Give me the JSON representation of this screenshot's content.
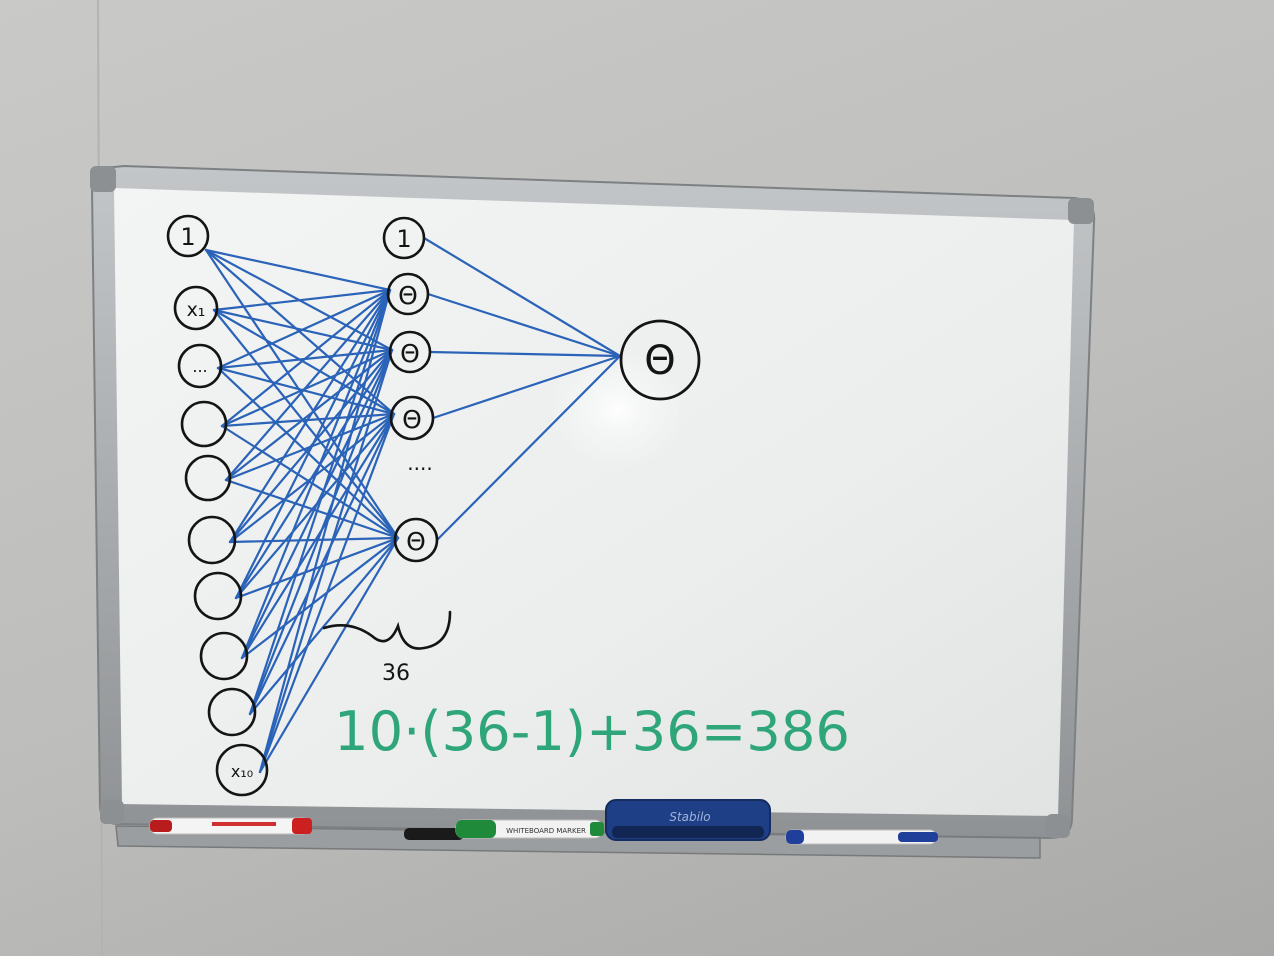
{
  "network": {
    "input_layer": [
      "1",
      "x₁",
      "...",
      "",
      "",
      "",
      "",
      "",
      "",
      "x₁₀"
    ],
    "hidden_layer": [
      "1",
      "Θ",
      "Θ",
      "Θ",
      "Θ"
    ],
    "hidden_ellipsis": "....",
    "output_node": "Θ",
    "brace_label": "36"
  },
  "equation": "10·(36-1)+36=386",
  "tray": {
    "eraser_brand": "Stabilo",
    "marker_label": "WHITEBOARD MARKER"
  },
  "colors": {
    "wall": "#c4c4c2",
    "board": "#eef0ef",
    "frame": "#a9acae",
    "ink_black": "#141414",
    "ink_blue": "#2a63b8",
    "ink_green": "#2ea67a",
    "eraser": "#1e3f86"
  }
}
